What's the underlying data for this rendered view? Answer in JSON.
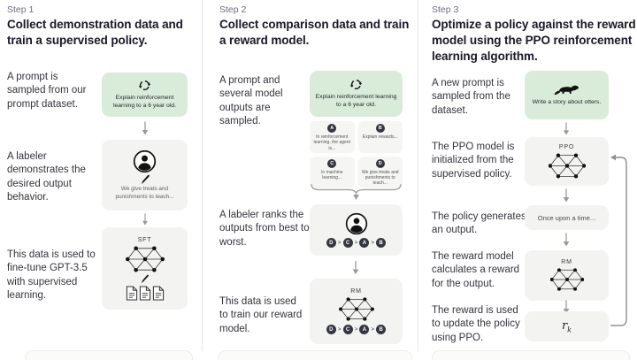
{
  "steps": [
    {
      "label": "Step 1",
      "title": "Collect demonstration data and train a supervised policy.",
      "captions": [
        "A prompt is sampled from our prompt dataset.",
        "A labeler demonstrates the desired output behavior.",
        "This data is used to fine-tune GPT-3.5 with supervised learning."
      ],
      "prompt_text": "Explain reinforcement learning to a 6 year old.",
      "demonstration_text": "We give treats and punishments to teach...",
      "model_label": "SFT"
    },
    {
      "label": "Step 2",
      "title": "Collect comparison data and train a reward model.",
      "captions": [
        "A prompt and several model outputs are sampled.",
        "A labeler ranks the outputs from best to worst.",
        "This data is used to train our reward model."
      ],
      "prompt_text": "Explain reinforcement learning to a 6 year old.",
      "outputs": [
        {
          "letter": "A",
          "text": "In reinforcement learning, the agent is..."
        },
        {
          "letter": "B",
          "text": "Explain rewards..."
        },
        {
          "letter": "C",
          "text": "In machine learning..."
        },
        {
          "letter": "D",
          "text": "We give treats and punishments to teach..."
        }
      ],
      "ranking": {
        "order": [
          "D",
          "C",
          "A",
          "B"
        ],
        "separator": ">"
      },
      "model_label": "RM"
    },
    {
      "label": "Step 3",
      "title": "Optimize a policy against the reward model using the PPO reinforcement learning algorithm.",
      "captions": [
        "A new prompt is sampled from the dataset.",
        "The PPO model is initialized from the supervised policy.",
        "The policy generates an output.",
        "The reward model calculates a reward for the output.",
        "The reward is used to update the policy using PPO."
      ],
      "prompt_text": "Write a story about otters.",
      "ppo_label": "PPO",
      "output_text": "Once upon a time...",
      "rm_label": "RM",
      "reward": {
        "symbol": "r",
        "subscript": "k"
      }
    }
  ],
  "icons": {
    "prompt_sampling": "cycle-arrows-icon",
    "labeler": "person-in-circle-icon",
    "annotation": "pencil-icon",
    "model": "neural-network-icon",
    "demonstration_data": "document-stack-icon",
    "otter_prompt": "otter-silhouette-icon",
    "flow": "down-arrow-icon",
    "grouping": "curly-brace-icon",
    "ppo_update": "feedback-loop-arrow-icon"
  },
  "colors": {
    "background": "#ffffff",
    "prompt_box_green": "#d9ecda",
    "node_box_gray": "#f3f3f1",
    "chip_dark": "#353740",
    "heading_text": "#191927",
    "muted_text": "#6e6e80",
    "arrow_gray": "#9a9a9a",
    "divider": "#e8e8e6"
  }
}
